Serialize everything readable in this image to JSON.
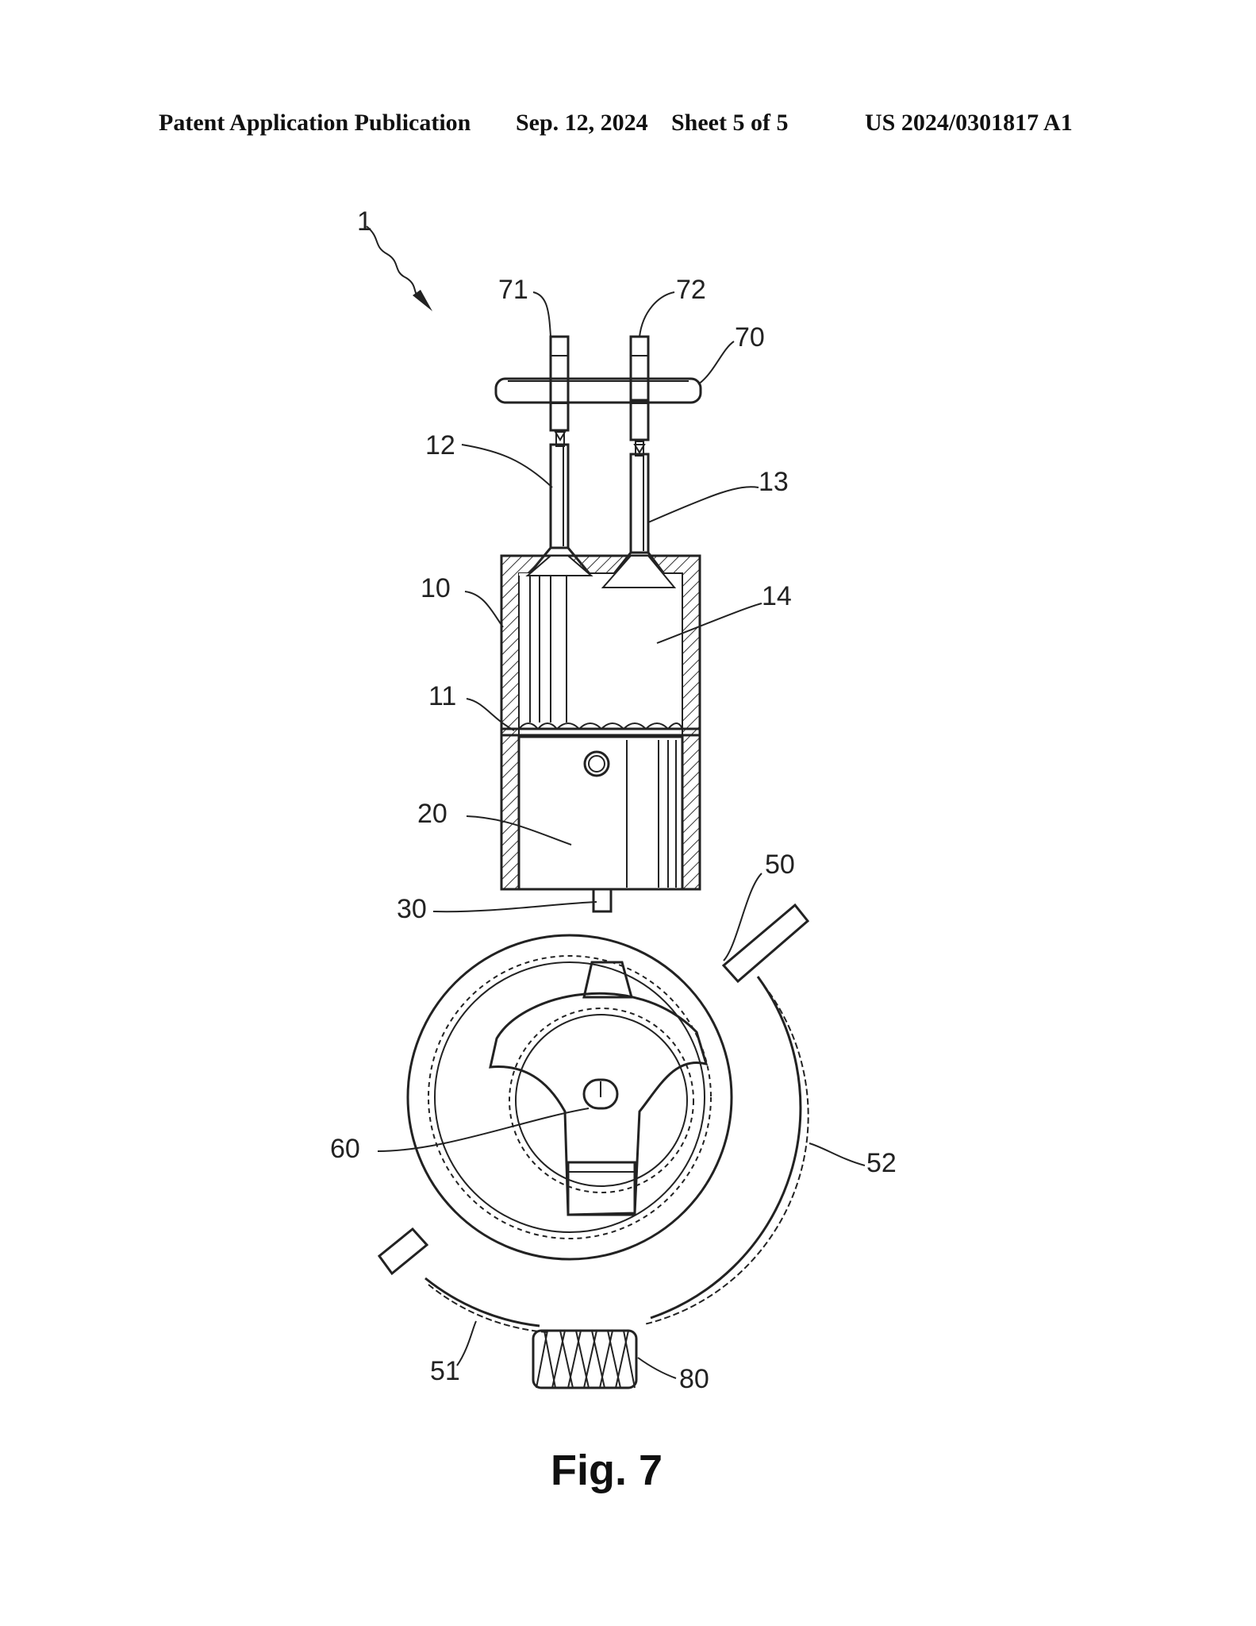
{
  "header": {
    "publication": "Patent Application Publication",
    "date": "Sep. 12, 2024",
    "sheet": "Sheet 5 of 5",
    "number": "US 2024/0301817 A1"
  },
  "labels": {
    "l1": "1",
    "l71": "71",
    "l72": "72",
    "l70": "70",
    "l12": "12",
    "l13": "13",
    "l10": "10",
    "l14": "14",
    "l11": "11",
    "l20": "20",
    "l30": "30",
    "l50": "50",
    "l60": "60",
    "l52": "52",
    "l51": "51",
    "l80": "80"
  },
  "caption": "Fig. 7"
}
